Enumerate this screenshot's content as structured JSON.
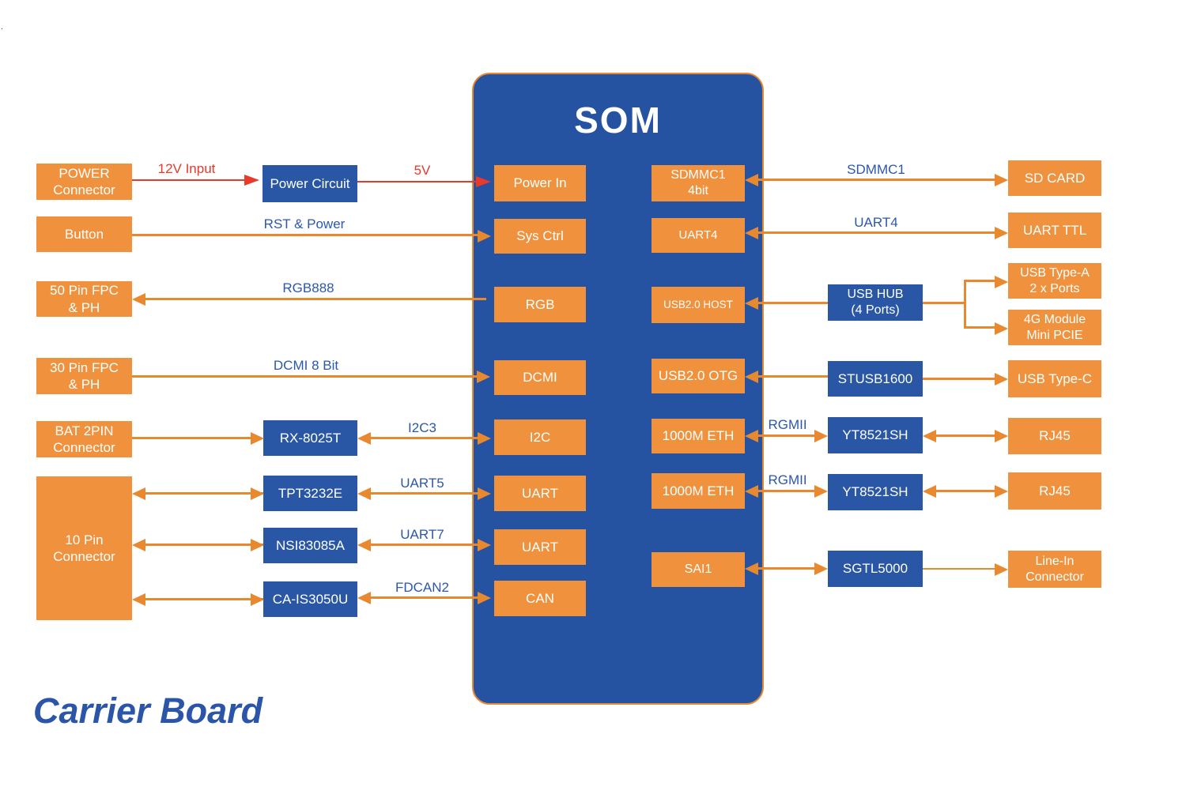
{
  "page": {
    "footer_title": "Carrier Board",
    "corner_mark": "."
  },
  "som": {
    "title": "SOM",
    "left_ports": {
      "power_in": "Power In",
      "sys_ctrl": "Sys Ctrl",
      "rgb": "RGB",
      "dcmi": "DCMI",
      "i2c": "I2C",
      "uart": "UART",
      "can": "CAN"
    },
    "right_ports": {
      "sdmmc1": "SDMMC1\n4bit",
      "uart4": "UART4",
      "usb_host": "USB2.0 HOST",
      "usb_otg": "USB2.0 OTG",
      "eth": "1000M ETH",
      "sai1": "SAI1"
    }
  },
  "connectors": {
    "power": "POWER\nConnector",
    "button": "Button",
    "fpc50": "50 Pin FPC\n& PH",
    "fpc30": "30 Pin FPC\n& PH",
    "bat": "BAT 2PIN\nConnector",
    "pin10": "10 Pin\nConnector",
    "sd_card": "SD CARD",
    "uart_ttl": "UART TTL",
    "usb_type_a": "USB Type-A\n2 x Ports",
    "module_4g": "4G Module\nMini PCIE",
    "usb_type_c": "USB Type-C",
    "rj45": "RJ45",
    "line_in": "Line-In\nConnector"
  },
  "chips": {
    "power_circuit": "Power Circuit",
    "rx8025t": "RX-8025T",
    "tpt3232e": "TPT3232E",
    "nsi83085a": "NSI83085A",
    "ca_is3050u": "CA-IS3050U",
    "usb_hub": "USB HUB\n(4 Ports)",
    "stusb1600": "STUSB1600",
    "yt8521sh": "YT8521SH",
    "sgtl5000": "SGTL5000"
  },
  "signals": {
    "v12": "12V Input",
    "v5": "5V",
    "rst": "RST & Power",
    "rgb888": "RGB888",
    "dcmi8": "DCMI 8 Bit",
    "i2c3": "I2C3",
    "uart5": "UART5",
    "uart7": "UART7",
    "fdcan2": "FDCAN2",
    "sdmmc1": "SDMMC1",
    "uart4": "UART4",
    "rgmii": "RGMII"
  },
  "colors": {
    "orange": "#F0923D",
    "arrow_orange": "#E8882F",
    "chip_blue": "#2A57A5",
    "som_blue": "#2553A2",
    "label_blue": "#2B57AD",
    "red": "#E8392B",
    "title_blue": "#2B55A8"
  }
}
